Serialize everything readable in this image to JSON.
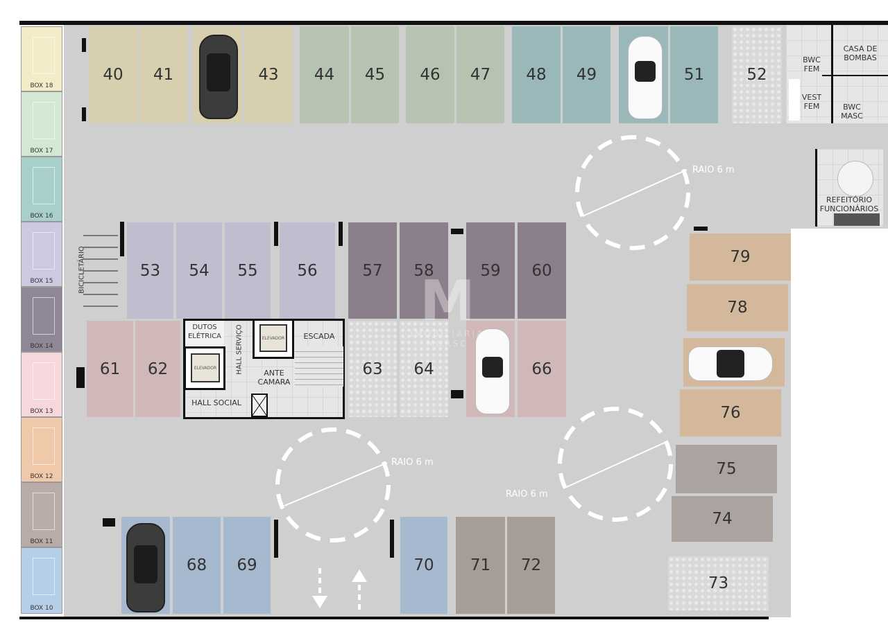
{
  "colors": {
    "floor": "#cfcfcf",
    "tan": "#d8cfae",
    "green": "#b5c3b0",
    "teal": "#9ab8ba",
    "lavender": "#c0bece",
    "purple": "#8a7f8b",
    "rose": "#d1b8b8",
    "blue": "#a7b9cf",
    "taupe": "#a69c98",
    "peach": "#d4b89b",
    "greytaupe": "#aaa3a0"
  },
  "spots": {
    "s40": "40",
    "s41": "41",
    "s43": "43",
    "s44": "44",
    "s45": "45",
    "s46": "46",
    "s47": "47",
    "s48": "48",
    "s49": "49",
    "s51": "51",
    "s52": "52",
    "s53": "53",
    "s54": "54",
    "s55": "55",
    "s56": "56",
    "s57": "57",
    "s58": "58",
    "s59": "59",
    "s60": "60",
    "s61": "61",
    "s62": "62",
    "s63": "63",
    "s64": "64",
    "s66": "66",
    "s68": "68",
    "s69": "69",
    "s70": "70",
    "s71": "71",
    "s72": "72",
    "s73": "73",
    "s74": "74",
    "s75": "75",
    "s76": "76",
    "s78": "78",
    "s79": "79"
  },
  "boxes": [
    "BOX 18",
    "BOX 17",
    "BOX 16",
    "BOX 15",
    "BOX 14",
    "BOX 13",
    "BOX 12",
    "BOX 11",
    "BOX 10"
  ],
  "rooms": {
    "bwc_fem": "BWC FEM",
    "casa_bombas": "CASA DE BOMBAS",
    "vest_fem": "VEST FEM",
    "bwc_masc": "BWC MASC",
    "refeitorio": "REFEITÓRIO FUNCIONÁRIOS",
    "bicicletario": "BICICLETÁRIO",
    "dutos": "DUTOS ELÉTRICA",
    "hall_servico": "HALL SERVIÇO",
    "elevador": "ELEVADOR",
    "escada": "ESCADA",
    "ante_camara": "ANTE CAMARA",
    "hall_social": "HALL SOCIAL"
  },
  "raio": "RAIO 6 m",
  "logo": "IMOBILIÁRIA MORSC"
}
